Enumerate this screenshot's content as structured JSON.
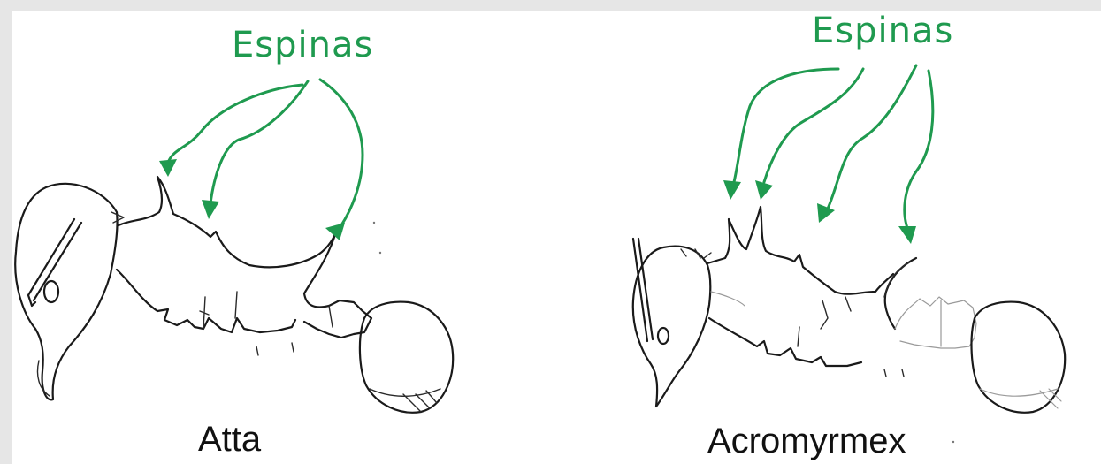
{
  "left_figure": {
    "callout": "Espinas",
    "caption": "Atta"
  },
  "right_figure": {
    "callout": "Espinas",
    "caption": "Acromyrmex"
  },
  "colors": {
    "background": "#e6e6e6",
    "panel": "#ffffff",
    "callout": "#1f9a4f",
    "line_art": "#1a1a1a"
  }
}
